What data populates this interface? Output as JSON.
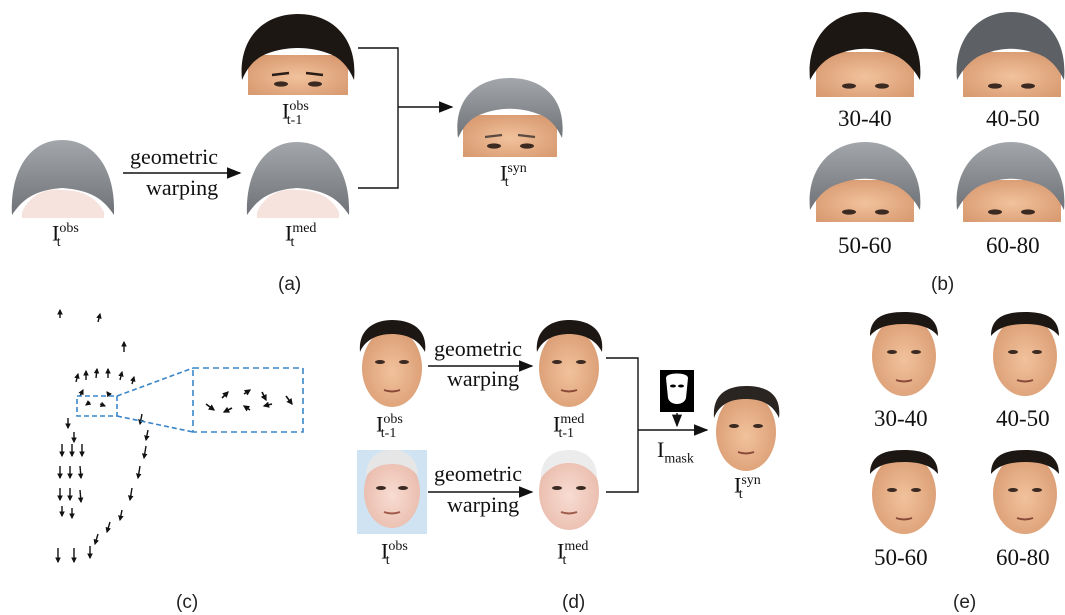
{
  "panels": {
    "a": {
      "caption": "(a)",
      "arrow_label_line1": "geometric",
      "arrow_label_line2": "warping",
      "labels": {
        "obs_t": {
          "base": "I",
          "sup": "obs",
          "sub": "t"
        },
        "med_t": {
          "base": "I",
          "sup": "med",
          "sub": "t"
        },
        "obs_t1": {
          "base": "I",
          "sup": "obs",
          "sub": "t-1"
        },
        "syn_t": {
          "base": "I",
          "sup": "syn",
          "sub": "t"
        }
      }
    },
    "b": {
      "caption": "(b)",
      "ages": [
        "30-40",
        "40-50",
        "50-60",
        "60-80"
      ]
    },
    "c": {
      "caption": "(c)"
    },
    "d": {
      "caption": "(d)",
      "arrow_label_line1": "geometric",
      "arrow_label_line2": "warping",
      "labels": {
        "obs_t1": {
          "base": "I",
          "sup": "obs",
          "sub": "t-1"
        },
        "med_t1": {
          "base": "I",
          "sup": "med",
          "sub": "t-1"
        },
        "obs_t": {
          "base": "I",
          "sup": "obs",
          "sub": "t"
        },
        "med_t": {
          "base": "I",
          "sup": "med",
          "sub": "t"
        },
        "mask": {
          "base": "I",
          "sub": "mask"
        },
        "syn_t": {
          "base": "I",
          "sup": "syn",
          "sub": "t"
        }
      }
    },
    "e": {
      "caption": "(e)",
      "ages": [
        "30-40",
        "40-50",
        "50-60",
        "60-80"
      ]
    }
  },
  "colors": {
    "skin": "#e9b48c",
    "skin_light": "#f2d3c6",
    "hair_black": "#1d1714",
    "hair_gray": "#8a8d92",
    "zoom_box": "#3a86c8"
  }
}
